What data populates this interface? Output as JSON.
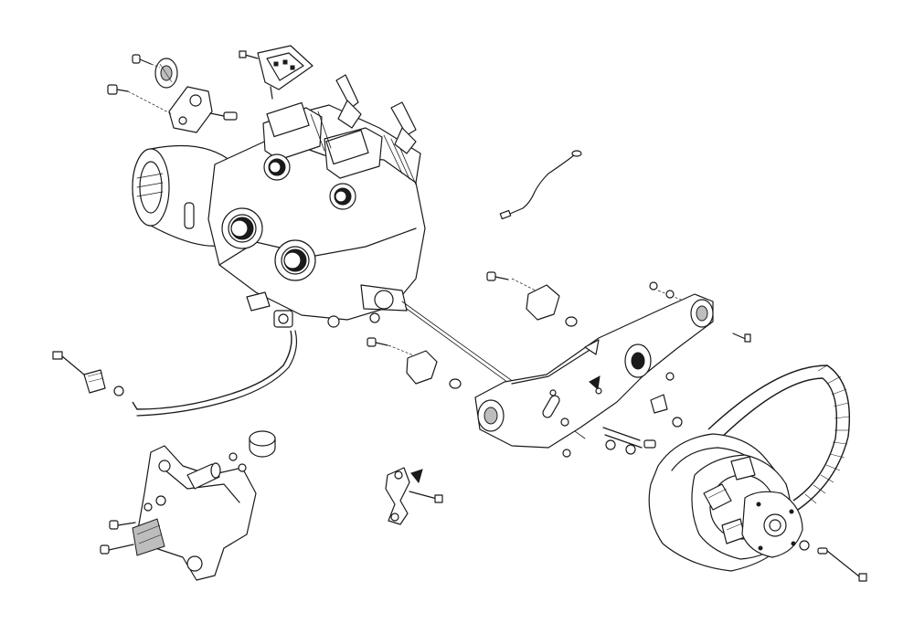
{
  "diagram": {
    "kind": "exploded-parts-view",
    "assemblies": [
      "engine",
      "ignition-coil-bracket",
      "starter-handle",
      "recoil-starter",
      "ground-wire",
      "fuel-line",
      "engine-mount-plate",
      "drive-pulley",
      "drive-belt",
      "rear-mount-bracket",
      "throttle-bracket"
    ],
    "colors": {
      "line": "#1a1a1a",
      "background": "#ffffff",
      "shade": "#bdbdbd"
    }
  }
}
